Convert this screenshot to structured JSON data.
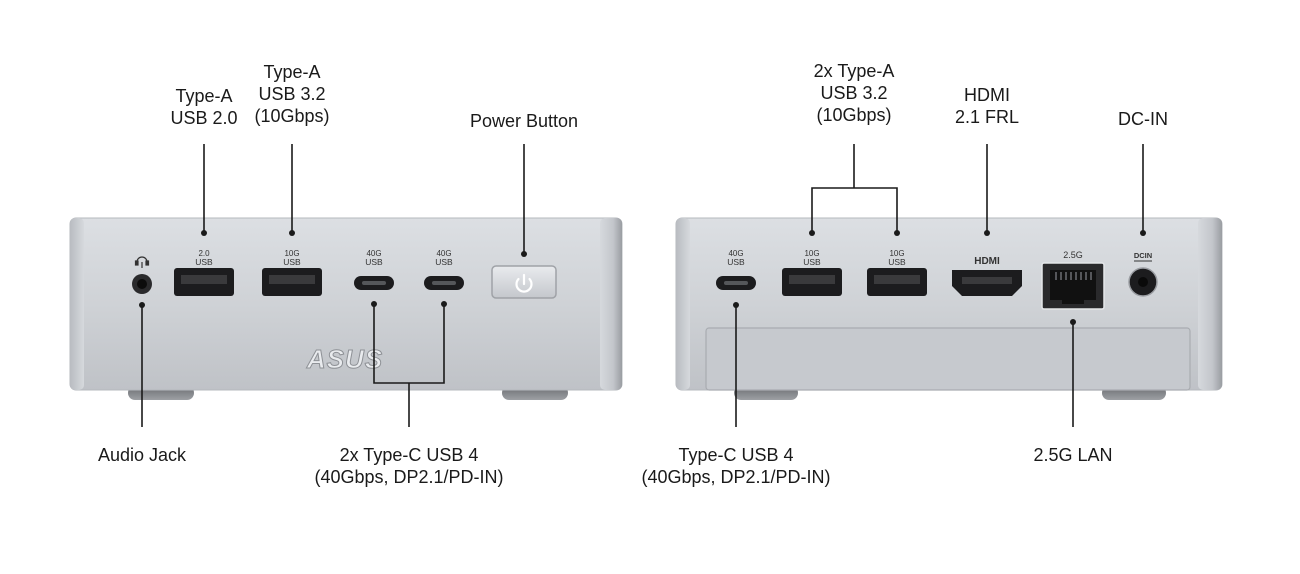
{
  "front_panel": {
    "callouts": {
      "usb20": "Type-A\nUSB 2.0",
      "usb32": "Type-A\nUSB 3.2\n(10Gbps)",
      "power": "Power Button",
      "audio": "Audio Jack",
      "usb4": "2x Type-C USB 4\n(40Gbps, DP2.1/PD-IN)"
    },
    "port_labels": {
      "usb20_top": "2.0",
      "usb20_bottom": "USB",
      "usb10g_top": "10G",
      "usb10g_bottom": "USB",
      "usbc1_top": "40G",
      "usbc1_bottom": "USB",
      "usbc2_top": "40G",
      "usbc2_bottom": "USB"
    },
    "brand": "ASUS"
  },
  "rear_panel": {
    "callouts": {
      "usb32": "2x Type-A\nUSB 3.2\n(10Gbps)",
      "hdmi": "HDMI\n2.1 FRL",
      "dcin": "DC-IN",
      "usb4": "Type-C USB 4\n(40Gbps, DP2.1/PD-IN)",
      "lan": "2.5G LAN"
    },
    "port_labels": {
      "usbc_top": "40G",
      "usbc_bottom": "USB",
      "usba1_top": "10G",
      "usba1_bottom": "USB",
      "usba2_top": "10G",
      "usba2_bottom": "USB",
      "hdmi": "HDMI",
      "lan": "2.5G",
      "dcin": "DCIN"
    }
  },
  "colors": {
    "chassis_light": "#d2d5d9",
    "chassis_mid": "#c2c5ca",
    "chassis_dark": "#9a9da2",
    "port_black": "#1c1c1e",
    "line": "#1a1a1a",
    "text": "#1a1a1a"
  }
}
